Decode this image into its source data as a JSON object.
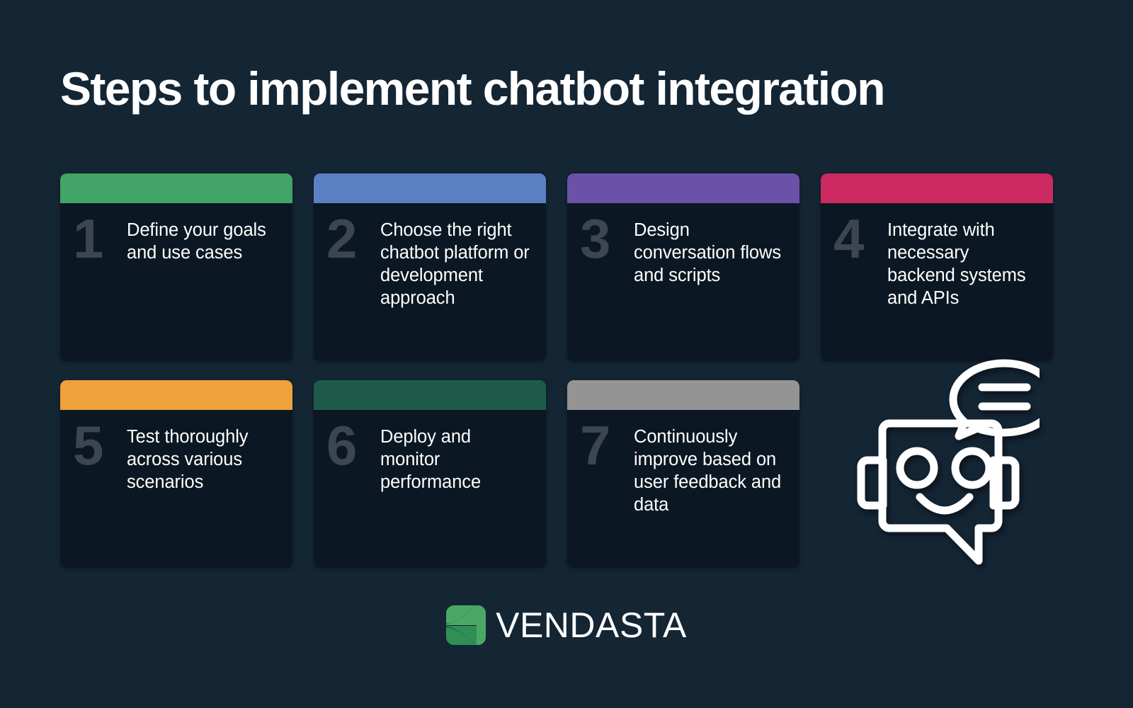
{
  "background_color": "#142534",
  "header": {
    "title": "Steps to implement chatbot integration",
    "title_color": "#ffffff"
  },
  "cards": [
    {
      "number": "1",
      "text": "Define your goals and use cases",
      "accent_color": "#42a467",
      "body_color": "#0b1722"
    },
    {
      "number": "2",
      "text": "Choose the right chatbot platform or development approach",
      "accent_color": "#5b80c4",
      "body_color": "#0b1722"
    },
    {
      "number": "3",
      "text": "Design conversation flows and scripts",
      "accent_color": "#6b52a8",
      "body_color": "#0b1722"
    },
    {
      "number": "4",
      "text": "Integrate with necessary backend systems and APIs",
      "accent_color": "#cc2a60",
      "body_color": "#0b1722"
    },
    {
      "number": "5",
      "text": "Test thoroughly across various scenarios",
      "accent_color": "#eda23c",
      "body_color": "#0b1722"
    },
    {
      "number": "6",
      "text": "Deploy and monitor performance",
      "accent_color": "#1e5b4a",
      "body_color": "#0b1722"
    },
    {
      "number": "7",
      "text": "Continuously improve based on user feedback and data",
      "accent_color": "#949494",
      "body_color": "#0b1722"
    }
  ],
  "illustration": {
    "name": "chatbot-robot-icon",
    "stroke_color": "#ffffff",
    "parts": [
      "robot-head",
      "robot-eye-left",
      "robot-eye-right",
      "robot-smile",
      "robot-ear-left",
      "robot-ear-right",
      "speech-bubble",
      "speech-bubble-line-1",
      "speech-bubble-line-2",
      "speech-tail"
    ]
  },
  "footer": {
    "brand": "VENDASTA",
    "brand_color": "#ffffff",
    "logo_green_light": "#4aa866",
    "logo_green_dark": "#2f8f57"
  },
  "number_color": "#3b4651"
}
